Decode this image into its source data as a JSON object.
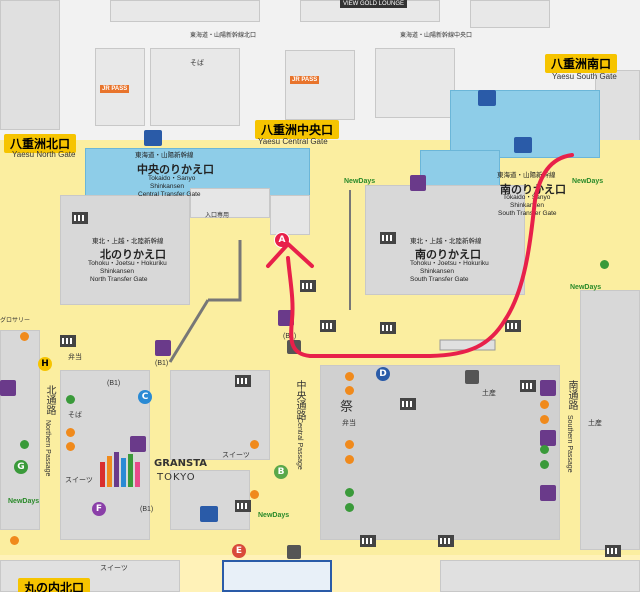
{
  "exits": {
    "north": {
      "jp": "八重洲北口",
      "en": "Yaesu North Gate"
    },
    "central": {
      "jp": "八重洲中央口",
      "en": "Yaesu Central Gate"
    },
    "south": {
      "jp": "八重洲南口",
      "en": "Yaesu South Gate"
    },
    "marunouchi_north": {
      "jp": "丸の内北口"
    }
  },
  "north_exit_road": {
    "label": "東海道・山陽新幹線北口"
  },
  "central_exit_road": {
    "label": "東海道・山陽新幹線中央口"
  },
  "transfer_gates": {
    "central": {
      "jp": "中央のりかえ口",
      "line1": "東海道・山陽新幹線",
      "line2": "Tokaido・Sanyo",
      "line3": "Shinkansen",
      "line4": "Central Transfer Gate"
    },
    "north": {
      "jp": "北のりかえ口",
      "line1": "東北・上越・北陸新幹線",
      "line2": "Tohoku・Joetsu・Hokuriku",
      "line3": "Shinkansen",
      "line4": "North Transfer Gate"
    },
    "south": {
      "jp": "南のりかえ口",
      "line1": "東海道・山陽新幹線",
      "line2": "Tokaido・Sanyo",
      "line3": "Shinkansen",
      "line4": "South Transfer Gate",
      "line5": "東北・上越・北陸新幹線"
    }
  },
  "passages": {
    "north": {
      "jp": "北通路",
      "en": "Northern Passage"
    },
    "central": {
      "jp": "中央通路",
      "en": "Central Passage"
    },
    "south": {
      "jp": "南通路",
      "en": "Southern Passage"
    }
  },
  "shops": {
    "gransta": {
      "name": "GRANSTA",
      "sub": "TOKYO"
    },
    "view_lounge": "VIEW GOLD LOUNGE",
    "newdays": "NewDays",
    "jr_pass": "JR PASS",
    "sweets": "スイーツ",
    "soba": "そば",
    "bento": "弁当",
    "souvenir": "土産",
    "festival_symbol": "祭",
    "grocery": "グロサリー",
    "entrance_only": "入口専用",
    "b1": "(B1)"
  },
  "markers": {
    "A": "A",
    "B": "B",
    "C": "C",
    "D": "D",
    "E": "E",
    "F": "F",
    "G": "G",
    "H": "H"
  },
  "colors": {
    "corridor": "#fbeea0",
    "gate_area": "#8ecde8",
    "exit_badge": "#f6c400",
    "route_line": "#e8204a",
    "marker_purple": "#8a3fa8",
    "marker_green": "#3a9a3a"
  },
  "annotation": {
    "route_description": "red route arrow from south transfer gate to point A",
    "arrow_color": "#e8204a"
  }
}
